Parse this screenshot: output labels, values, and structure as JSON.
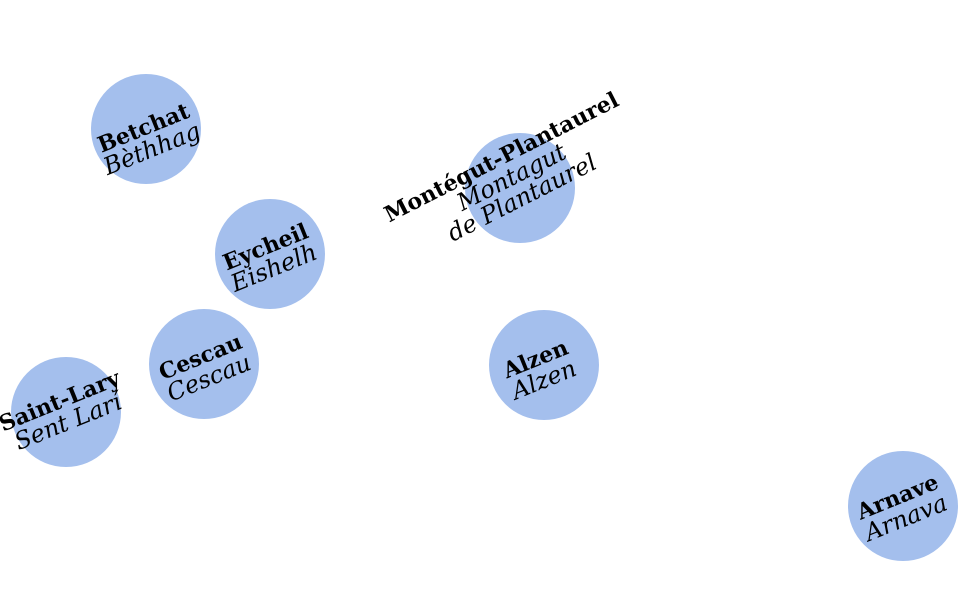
{
  "map": {
    "circle_color": "#a4bfed",
    "places": [
      {
        "id": "betchat",
        "name_fr": "Betchat",
        "name_oc": "Bèthhag"
      },
      {
        "id": "eycheil",
        "name_fr": "Eycheil",
        "name_oc": "Eishelh"
      },
      {
        "id": "montegut-plantaurel",
        "name_fr": "Montégut-Plantaurel",
        "name_oc": "Montagut de Plantaurel",
        "name_oc_lines": [
          "Montagut",
          "de Plantaurel"
        ]
      },
      {
        "id": "cescau",
        "name_fr": "Cescau",
        "name_oc": "Cescau"
      },
      {
        "id": "alzen",
        "name_fr": "Alzen",
        "name_oc": "Alzen"
      },
      {
        "id": "saint-lary",
        "name_fr": "Saint-Lary",
        "name_oc": "Sent Larí"
      },
      {
        "id": "arnave",
        "name_fr": "Arnave",
        "name_oc": "Arnava"
      }
    ]
  }
}
